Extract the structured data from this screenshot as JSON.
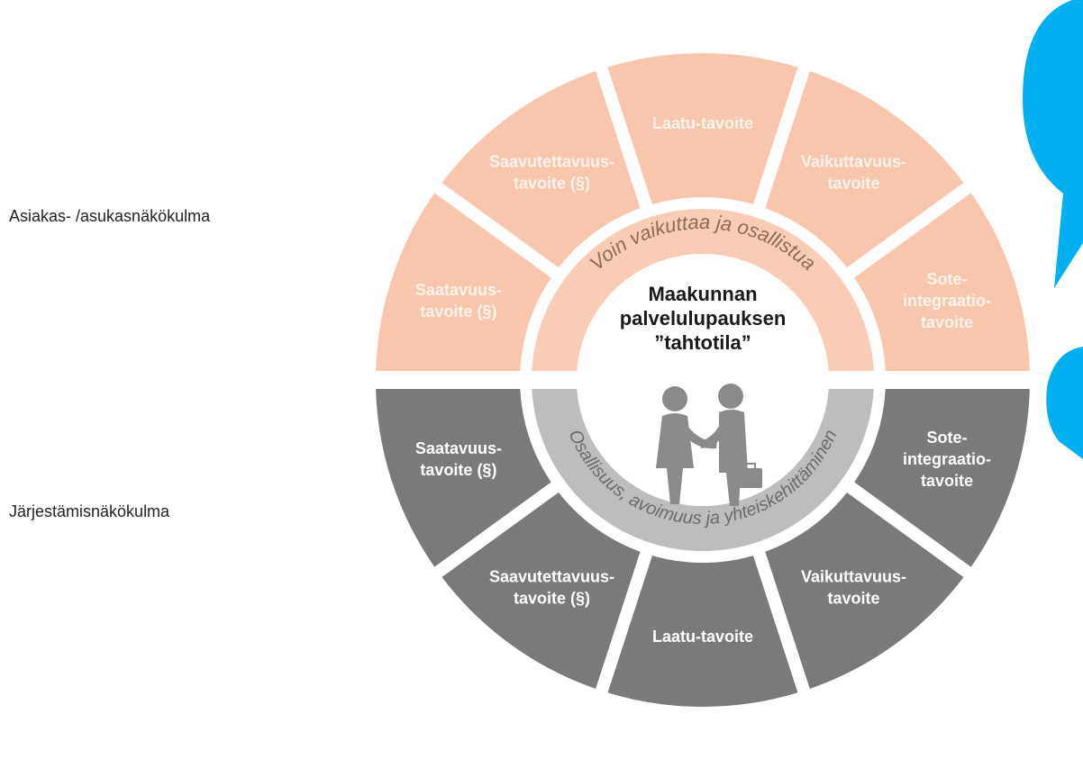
{
  "labels": {
    "left_top": "Asiakas- /asukasnäkökulma",
    "left_bottom": "Järjestämisnäkökulma"
  },
  "center": {
    "lines": [
      "Maakunnan",
      "palvelulupauksen",
      "”tahtotila”"
    ],
    "icon": "handshake-people-icon"
  },
  "rings": {
    "top_arc_text": "Voin vaikuttaa ja osallistua",
    "bottom_arc_text": "Osallisuus, avoimuus ja yhteiskehittäminen"
  },
  "top_segments": [
    {
      "lines": [
        "Saatavuus-",
        "tavoite (§)"
      ]
    },
    {
      "lines": [
        "Saavutettavuus-",
        "tavoite (§)"
      ]
    },
    {
      "lines": [
        "Laatu-tavoite"
      ]
    },
    {
      "lines": [
        "Vaikuttavuus-",
        "tavoite"
      ]
    },
    {
      "lines": [
        "Sote-",
        "integraatio-",
        "tavoite"
      ]
    }
  ],
  "bottom_segments": [
    {
      "lines": [
        "Saatavuus-",
        "tavoite (§)"
      ]
    },
    {
      "lines": [
        "Saavutettavuus-",
        "tavoite (§)"
      ]
    },
    {
      "lines": [
        "Laatu-tavoite"
      ]
    },
    {
      "lines": [
        "Vaikuttavuus-",
        "tavoite"
      ]
    },
    {
      "lines": [
        "Sote-",
        "integraatio-",
        "tavoite"
      ]
    }
  ],
  "colors": {
    "orange_top": "#ee7a45",
    "orange_bottom": "#f7c6ac",
    "orange_ring": "#f9cdb5",
    "gray_segment": "#7a7a7a",
    "gray_ring": "#bdbdbd",
    "figure": "#8a8a8a",
    "callout": "#00b0f0"
  }
}
